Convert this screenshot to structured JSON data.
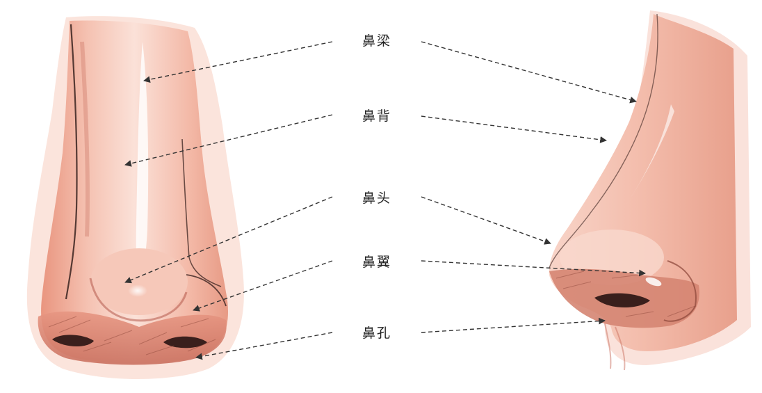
{
  "labels": [
    {
      "id": "bridge",
      "text": "鼻梁"
    },
    {
      "id": "dorsum",
      "text": "鼻背"
    },
    {
      "id": "tip",
      "text": "鼻头"
    },
    {
      "id": "wing",
      "text": "鼻翼"
    },
    {
      "id": "nostril",
      "text": "鼻孔"
    }
  ],
  "colors": {
    "skin_light": "#f9d9cf",
    "skin_mid": "#f1b3a2",
    "skin_dark": "#d97e6c",
    "shadow": "#b45a4c",
    "line": "#2b1a1a",
    "arrow": "#333333"
  }
}
